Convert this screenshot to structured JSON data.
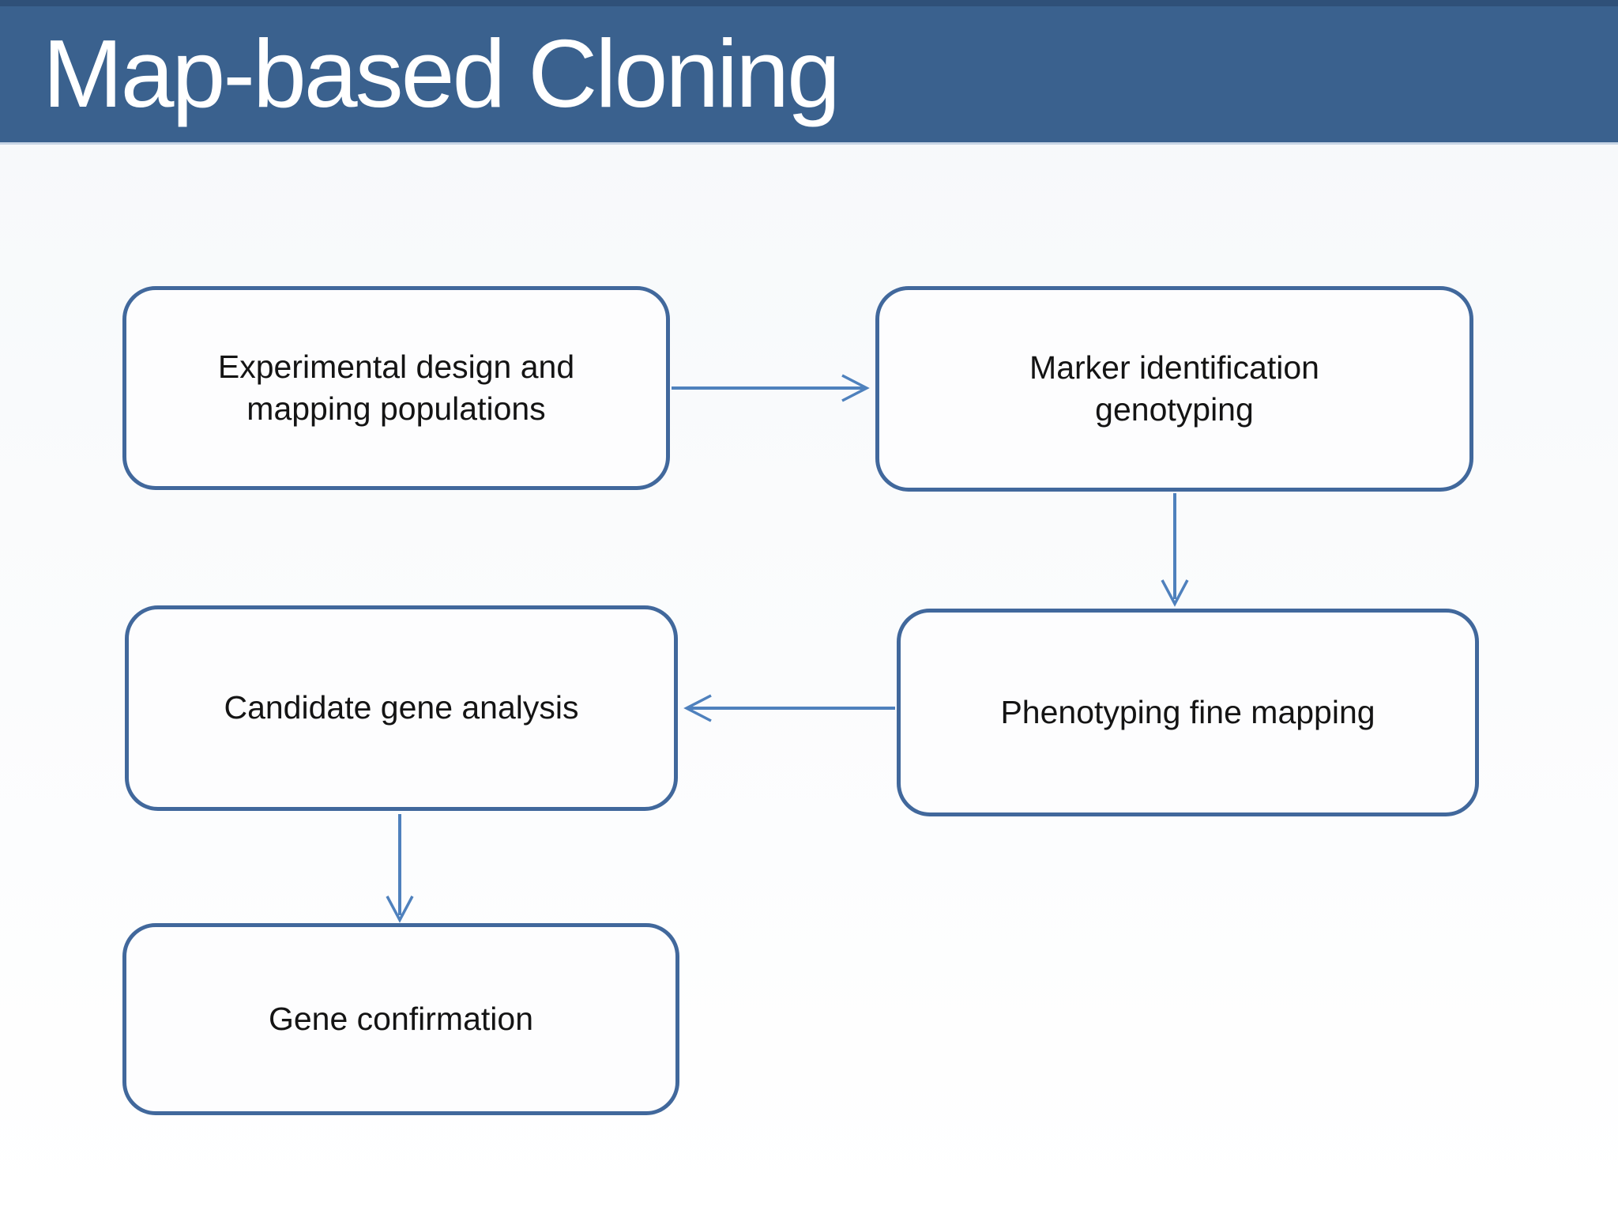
{
  "slide": {
    "title": "Map-based Cloning"
  },
  "colors": {
    "banner_bg": "#3A618E",
    "banner_top_edge": "#2F5078",
    "banner_underline": "#C7D5E5",
    "title_text": "#FFFFFF",
    "box_border": "#41689C",
    "box_fill": "#FDFDFE",
    "arrow": "#4F81BD",
    "node_text": "#141414",
    "page_bg": "#F6F8FA"
  },
  "diagram": {
    "type": "flowchart",
    "nodes": [
      {
        "id": "experimental-design",
        "label": "Experimental design and\nmapping populations"
      },
      {
        "id": "marker-identification",
        "label": "Marker identification\ngenotyping"
      },
      {
        "id": "candidate-gene-analysis",
        "label": "Candidate gene analysis"
      },
      {
        "id": "phenotyping-fine-mapping",
        "label": "Phenotyping fine mapping"
      },
      {
        "id": "gene-confirmation",
        "label": "Gene confirmation"
      }
    ],
    "edges": [
      {
        "from": "experimental-design",
        "to": "marker-identification",
        "direction": "right"
      },
      {
        "from": "marker-identification",
        "to": "phenotyping-fine-mapping",
        "direction": "down"
      },
      {
        "from": "phenotyping-fine-mapping",
        "to": "candidate-gene-analysis",
        "direction": "left"
      },
      {
        "from": "candidate-gene-analysis",
        "to": "gene-confirmation",
        "direction": "down"
      }
    ]
  }
}
